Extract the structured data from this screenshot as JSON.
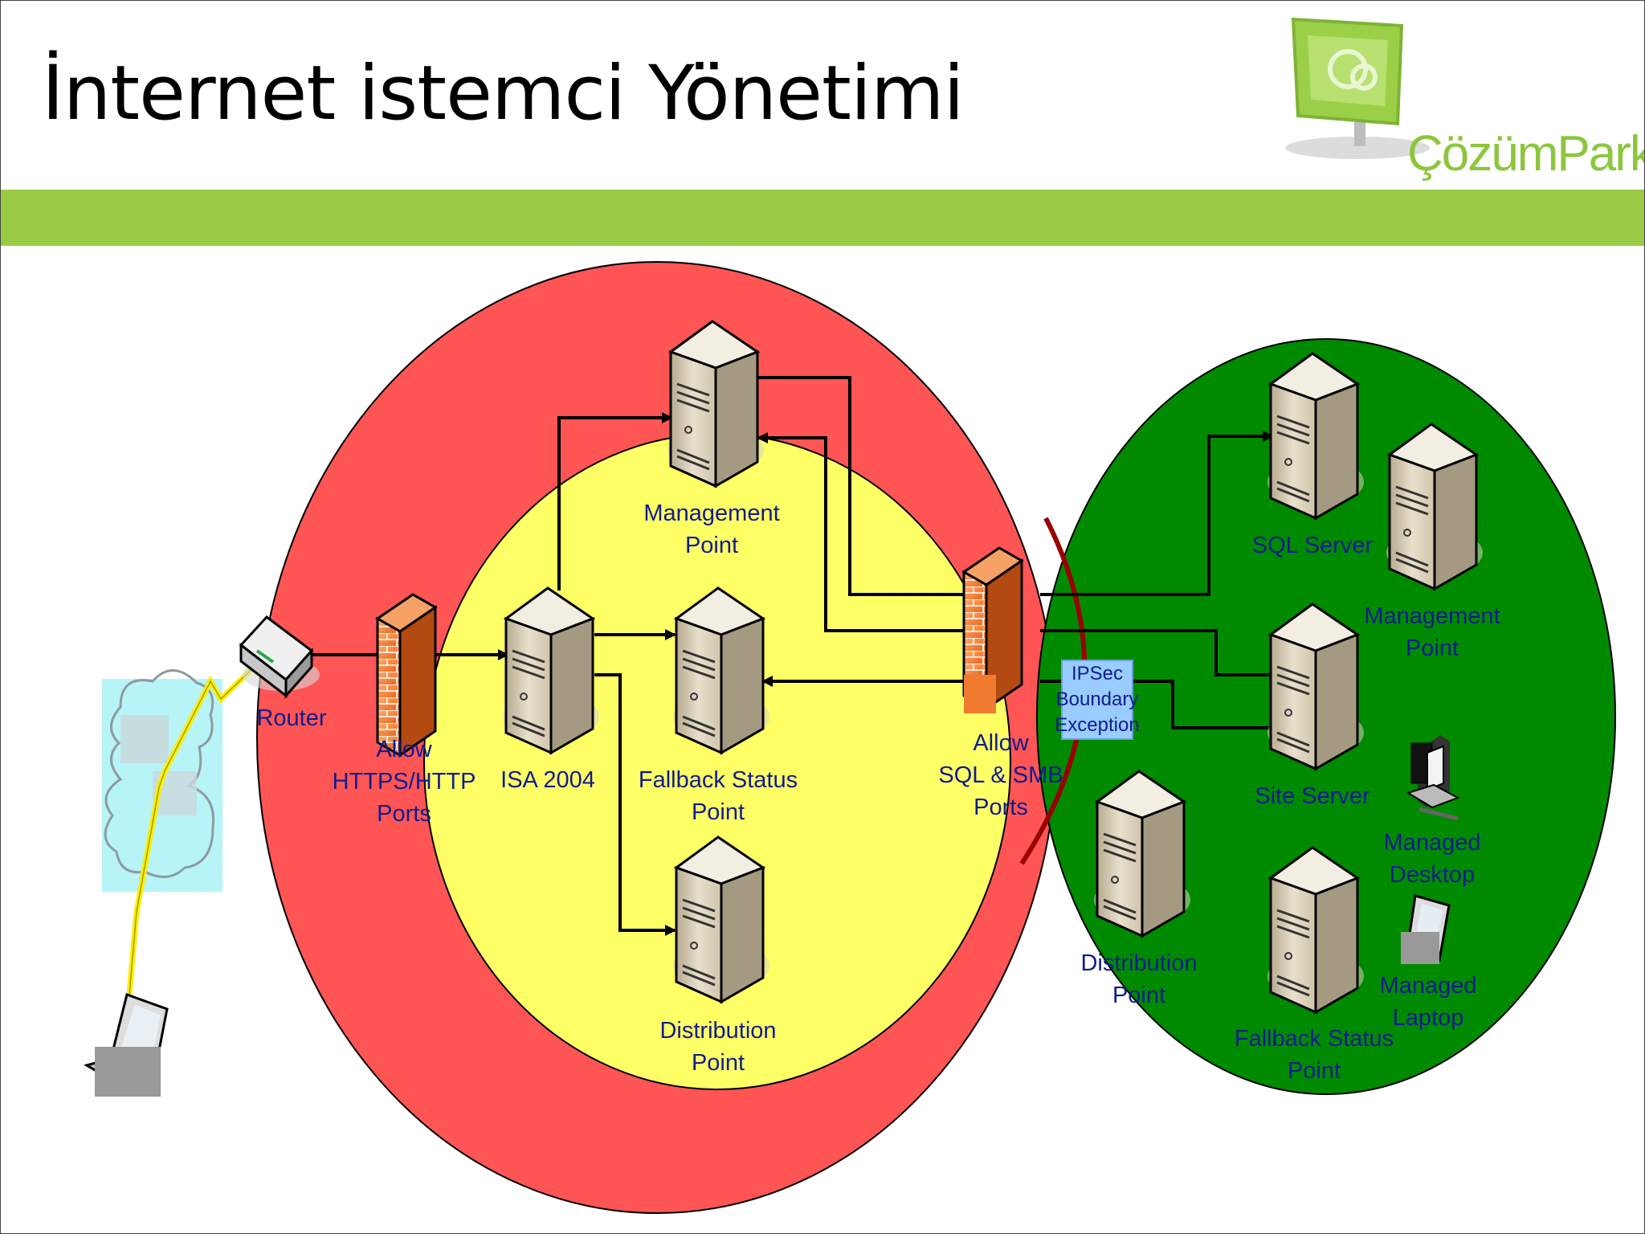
{
  "slide": {
    "title": "İnternet istemci Yönetimi",
    "logo_text": "ÇözümPark"
  },
  "colors": {
    "band": "#99cc44",
    "outer_zone": "#ff5555",
    "dmz_zone": "#ffff66",
    "internal_zone": "#008a00",
    "boundary_line": "#990000",
    "label": "#101c8c",
    "firewall": "#f07a30",
    "lightning": "#ffee00",
    "ipsec_box": "#99ccff"
  },
  "icons": {
    "server": "server-tower-icon",
    "firewall": "firewall-brick-icon",
    "router": "router-icon",
    "desktop": "desktop-computer-icon",
    "laptop": "laptop-icon",
    "cloud": "internet-cloud-icon",
    "lightning": "lightning-bolt-icon"
  },
  "labels": {
    "router": "Router",
    "fw1": [
      "Allow",
      "HTTPS/HTTP",
      "Ports"
    ],
    "isa": "ISA 2004",
    "dmz_mp": [
      "Management",
      "Point"
    ],
    "dmz_fsp": [
      "Fallback Status",
      "Point"
    ],
    "dmz_dp": [
      "Distribution",
      "Point"
    ],
    "fw2": [
      "Allow",
      "SQL & SMB",
      "Ports"
    ],
    "ipsec": [
      "IPSec",
      "Boundary",
      "Exception"
    ],
    "sql": "SQL Server",
    "int_mp": [
      "Management",
      "Point"
    ],
    "site": "Site Server",
    "desktop": [
      "Managed",
      "Desktop"
    ],
    "int_dp": [
      "Distribution",
      "Point"
    ],
    "int_fsp": [
      "Fallback Status",
      "Point"
    ],
    "laptop": [
      "Managed",
      "Laptop"
    ]
  }
}
